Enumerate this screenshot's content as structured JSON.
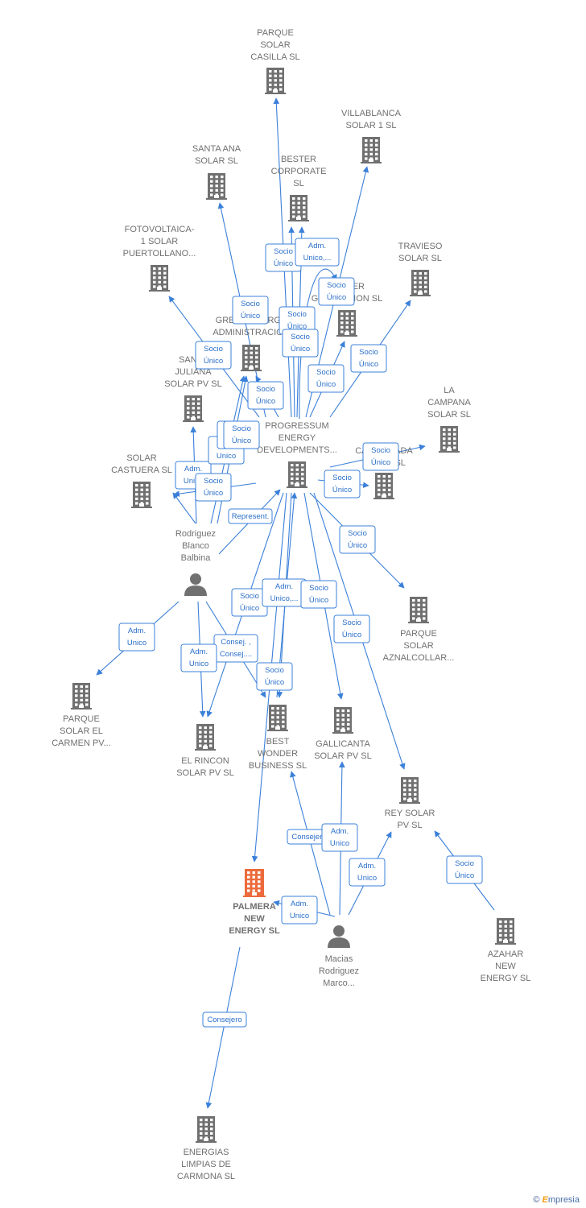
{
  "colors": {
    "edge": "#3b80d9",
    "building": "#707070",
    "focus": "#ec6b3c",
    "person": "#707070"
  },
  "nodes": [
    {
      "id": "parque_casilla",
      "kind": "company",
      "lines": [
        "PARQUE",
        "SOLAR",
        "CASILLA  SL"
      ],
      "icon": "building-icon"
    },
    {
      "id": "villablanca",
      "kind": "company",
      "lines": [
        "VILLABLANCA",
        "SOLAR 1  SL"
      ],
      "icon": "building-icon"
    },
    {
      "id": "santa_ana",
      "kind": "company",
      "lines": [
        "SANTA ANA",
        "SOLAR  SL"
      ],
      "icon": "building-icon"
    },
    {
      "id": "bester_corporate",
      "kind": "company",
      "lines": [
        "BESTER",
        "CORPORATE",
        "SL"
      ],
      "icon": "building-icon"
    },
    {
      "id": "fotovoltaica",
      "kind": "company",
      "lines": [
        "FOTOVOLTAICA-",
        "1 SOLAR",
        "PUERTOLLANO..."
      ],
      "icon": "building-icon"
    },
    {
      "id": "travieso",
      "kind": "company",
      "lines": [
        "TRAVIESO",
        "SOLAR  SL"
      ],
      "icon": "building-icon"
    },
    {
      "id": "bester_generation",
      "kind": "company",
      "lines": [
        "BESTER",
        "GENERATION SL"
      ],
      "icon": "building-icon"
    },
    {
      "id": "green_energy",
      "kind": "company",
      "lines": [
        "GREEN ENERGY",
        "ADMINISTRACION"
      ],
      "icon": "building-icon"
    },
    {
      "id": "santa_juliana",
      "kind": "company",
      "lines": [
        "SANTA",
        "JULIANA",
        "SOLAR PV  SL"
      ],
      "icon": "building-icon"
    },
    {
      "id": "la_campana",
      "kind": "company",
      "lines": [
        "LA",
        "CAMPANA",
        "SOLAR  SL"
      ],
      "icon": "building-icon"
    },
    {
      "id": "progressum",
      "kind": "company",
      "lines": [
        "PROGRESSUM",
        "ENERGY",
        "DEVELOPMENTS..."
      ],
      "icon": "building-icon"
    },
    {
      "id": "castellada",
      "kind": "company",
      "lines": [
        "CASTELLADA",
        "SOLAR  SL"
      ],
      "icon": "building-icon"
    },
    {
      "id": "solar_castuera",
      "kind": "company",
      "lines": [
        "SOLAR",
        "CASTUERA  SL"
      ],
      "icon": "building-icon"
    },
    {
      "id": "rodriguez",
      "kind": "person",
      "lines": [
        "Rodriguez",
        "Blanco",
        "Balbina"
      ],
      "icon": "person-icon"
    },
    {
      "id": "aznalcollar",
      "kind": "company",
      "lines": [
        "PARQUE",
        "SOLAR",
        "AZNALCOLLAR..."
      ],
      "icon": "building-icon"
    },
    {
      "id": "parque_carmen",
      "kind": "company",
      "lines": [
        "PARQUE",
        "SOLAR EL",
        "CARMEN PV..."
      ],
      "icon": "building-icon"
    },
    {
      "id": "el_rincon",
      "kind": "company",
      "lines": [
        "EL RINCON",
        "SOLAR PV  SL"
      ],
      "icon": "building-icon"
    },
    {
      "id": "best_wonder",
      "kind": "company",
      "lines": [
        "BEST",
        "WONDER",
        "BUSINESS SL"
      ],
      "icon": "building-icon"
    },
    {
      "id": "gallicanta",
      "kind": "company",
      "lines": [
        "GALLICANTA",
        "SOLAR PV  SL"
      ],
      "icon": "building-icon"
    },
    {
      "id": "rey_solar",
      "kind": "company",
      "lines": [
        "REY SOLAR",
        "PV  SL"
      ],
      "icon": "building-icon"
    },
    {
      "id": "palmera",
      "kind": "focus",
      "lines": [
        "PALMERA",
        "NEW",
        "ENERGY  SL"
      ],
      "icon": "building-icon"
    },
    {
      "id": "macias",
      "kind": "person",
      "lines": [
        "Macias",
        "Rodriguez",
        "Marco..."
      ],
      "icon": "person-icon"
    },
    {
      "id": "azahar",
      "kind": "company",
      "lines": [
        "AZAHAR",
        "NEW",
        "ENERGY  SL"
      ],
      "icon": "building-icon"
    },
    {
      "id": "energias_carmona",
      "kind": "company",
      "lines": [
        "ENERGIAS",
        "LIMPIAS DE",
        "CARMONA  SL"
      ],
      "icon": "building-icon"
    }
  ],
  "edges": [
    {
      "id": "e1",
      "label": [
        "Socio",
        "Único"
      ]
    },
    {
      "id": "e2",
      "label": [
        "Adm.",
        "Unico,..."
      ]
    },
    {
      "id": "e3",
      "label": [
        "Socio",
        "Único"
      ]
    },
    {
      "id": "e4",
      "label": [
        "Socio",
        "Único"
      ]
    },
    {
      "id": "e5",
      "label": [
        "Socio",
        "Único"
      ]
    },
    {
      "id": "e6",
      "label": [
        "Socio",
        "Único"
      ]
    },
    {
      "id": "e7",
      "label": [
        "Socio",
        "Único"
      ]
    },
    {
      "id": "e8",
      "label": [
        "Socio",
        "Único"
      ]
    },
    {
      "id": "e9",
      "label": [
        "Socio",
        "Único"
      ]
    },
    {
      "id": "e10",
      "label": [
        "Socio",
        "Único"
      ]
    },
    {
      "id": "e11",
      "label": [
        "Socio",
        "Único"
      ]
    },
    {
      "id": "e12",
      "label": [
        "Socio",
        "Único"
      ]
    },
    {
      "id": "e13",
      "label": [
        "Adm.",
        "Unico"
      ]
    },
    {
      "id": "e14",
      "label": [
        "Socio",
        "Único"
      ]
    },
    {
      "id": "e15",
      "label": [
        "Adm.",
        "Unico"
      ]
    },
    {
      "id": "e16",
      "label": [
        "Socio",
        "Único"
      ]
    },
    {
      "id": "e17",
      "label": [
        "Socio",
        "Único"
      ]
    },
    {
      "id": "e18",
      "label": [
        "Represent."
      ]
    },
    {
      "id": "e19",
      "label": [
        "Socio",
        "Único"
      ]
    },
    {
      "id": "e20",
      "label": [
        "Socio",
        "Único"
      ]
    },
    {
      "id": "e21",
      "label": [
        "Adm.",
        "Unico,..."
      ]
    },
    {
      "id": "e22",
      "label": [
        "Socio",
        "Único"
      ]
    },
    {
      "id": "e23",
      "label": [
        "Socio",
        "Único"
      ]
    },
    {
      "id": "e24",
      "label": [
        "Adm.",
        "Unico"
      ]
    },
    {
      "id": "e25",
      "label": [
        "Consej. ,",
        "Consej...."
      ]
    },
    {
      "id": "e26",
      "label": [
        "Adm.",
        "Unico"
      ]
    },
    {
      "id": "e27",
      "label": [
        "Socio",
        "Único"
      ]
    },
    {
      "id": "e28",
      "label": [
        "Consejero"
      ]
    },
    {
      "id": "e29",
      "label": [
        "Adm.",
        "Unico"
      ]
    },
    {
      "id": "e30",
      "label": [
        "Adm.",
        "Unico"
      ]
    },
    {
      "id": "e31",
      "label": [
        "Adm.",
        "Unico"
      ]
    },
    {
      "id": "e32",
      "label": [
        "Socio",
        "Único"
      ]
    },
    {
      "id": "e33",
      "label": [
        "Consejero"
      ]
    }
  ],
  "brand": {
    "copyright": "©",
    "name_first": "E",
    "name_rest": "mpresia"
  }
}
